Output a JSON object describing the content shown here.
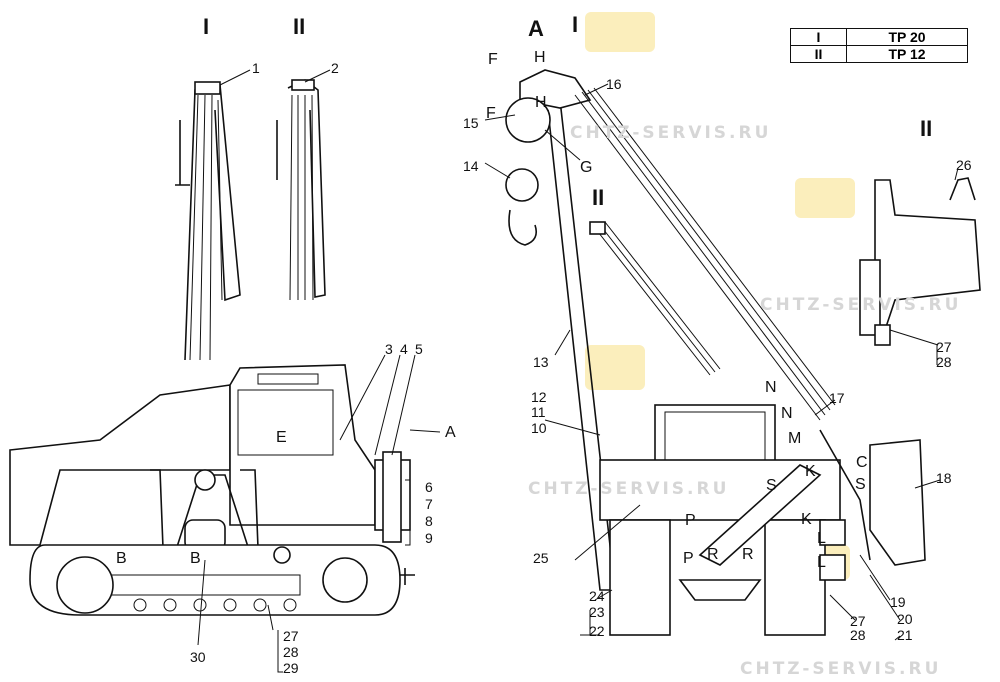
{
  "legend_table": [
    {
      "roman": "I",
      "model": "TP 20"
    },
    {
      "roman": "II",
      "model": "TP 12"
    }
  ],
  "watermark": "CHTZ-SERVIS.RU",
  "view_headers": {
    "left_I": "I",
    "left_II": "II",
    "view_A": "A",
    "right_I": "I",
    "right_II": "II",
    "far_II": "II"
  },
  "callouts_left": {
    "n1": "1",
    "n2": "2",
    "n3": "3",
    "n4": "4",
    "n5": "5",
    "n6": "6",
    "n7": "7",
    "n8": "8",
    "n9": "9",
    "arrow_A": "A",
    "E": "E",
    "B1": "B",
    "B2": "B",
    "n27": "27",
    "n28": "28",
    "n29": "29",
    "n30": "30"
  },
  "callouts_right": {
    "F1": "F",
    "H1": "H",
    "F2": "F",
    "H2": "H",
    "n16": "16",
    "n15": "15",
    "n14": "14",
    "G": "G",
    "n13": "13",
    "n12": "12",
    "n11": "11",
    "n10": "10",
    "N1": "N",
    "N2": "N",
    "M": "M",
    "n17": "17",
    "K1": "K",
    "C": "C",
    "S1": "S",
    "S2": "S",
    "n18": "18",
    "P1": "P",
    "P2": "P",
    "R1": "R",
    "R2": "R",
    "K2": "K",
    "L1": "L",
    "L2": "L",
    "n25": "25",
    "n24": "24",
    "n23": "23",
    "n22": "22",
    "n19": "19",
    "n20": "20",
    "n21": "21",
    "n27": "27",
    "n28": "28",
    "n26": "26",
    "n27b": "27",
    "n28b": "28"
  }
}
